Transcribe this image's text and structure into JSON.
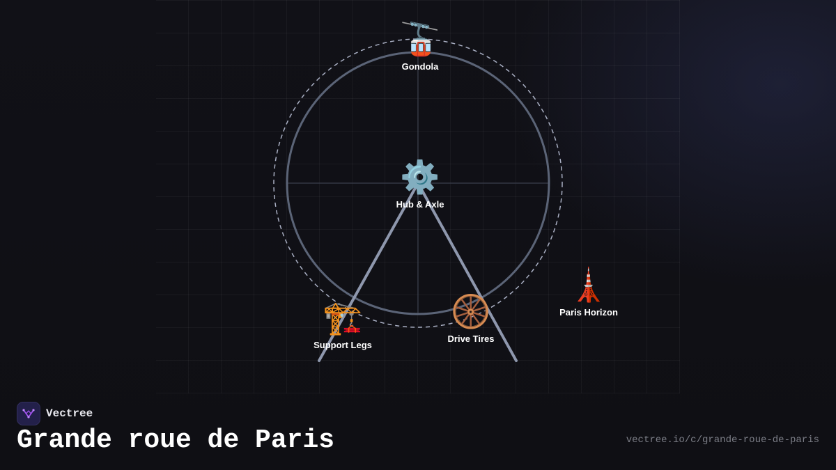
{
  "brand": {
    "name": "Vectree",
    "logo_icon": "vectree-logo-icon",
    "accent": "#a855f7"
  },
  "title": "Grande roue de Paris",
  "url": "vectree.io/c/grande-roue-de-paris",
  "nodes": {
    "gondola": {
      "label": "Gondola",
      "icon": "🚡"
    },
    "hub": {
      "label": "Hub & Axle",
      "icon": "⚙️"
    },
    "legs": {
      "label": "Support Legs",
      "icon": "🏗️"
    },
    "tires": {
      "label": "Drive Tires",
      "icon": "🛞"
    },
    "horizon": {
      "label": "Paris Horizon",
      "icon": "🗼"
    }
  },
  "colors": {
    "background": "#0f0f14",
    "wheel_rim": "#5b6477",
    "support_legs": "#8e97ad",
    "outer_ring": "#aab0c4"
  }
}
